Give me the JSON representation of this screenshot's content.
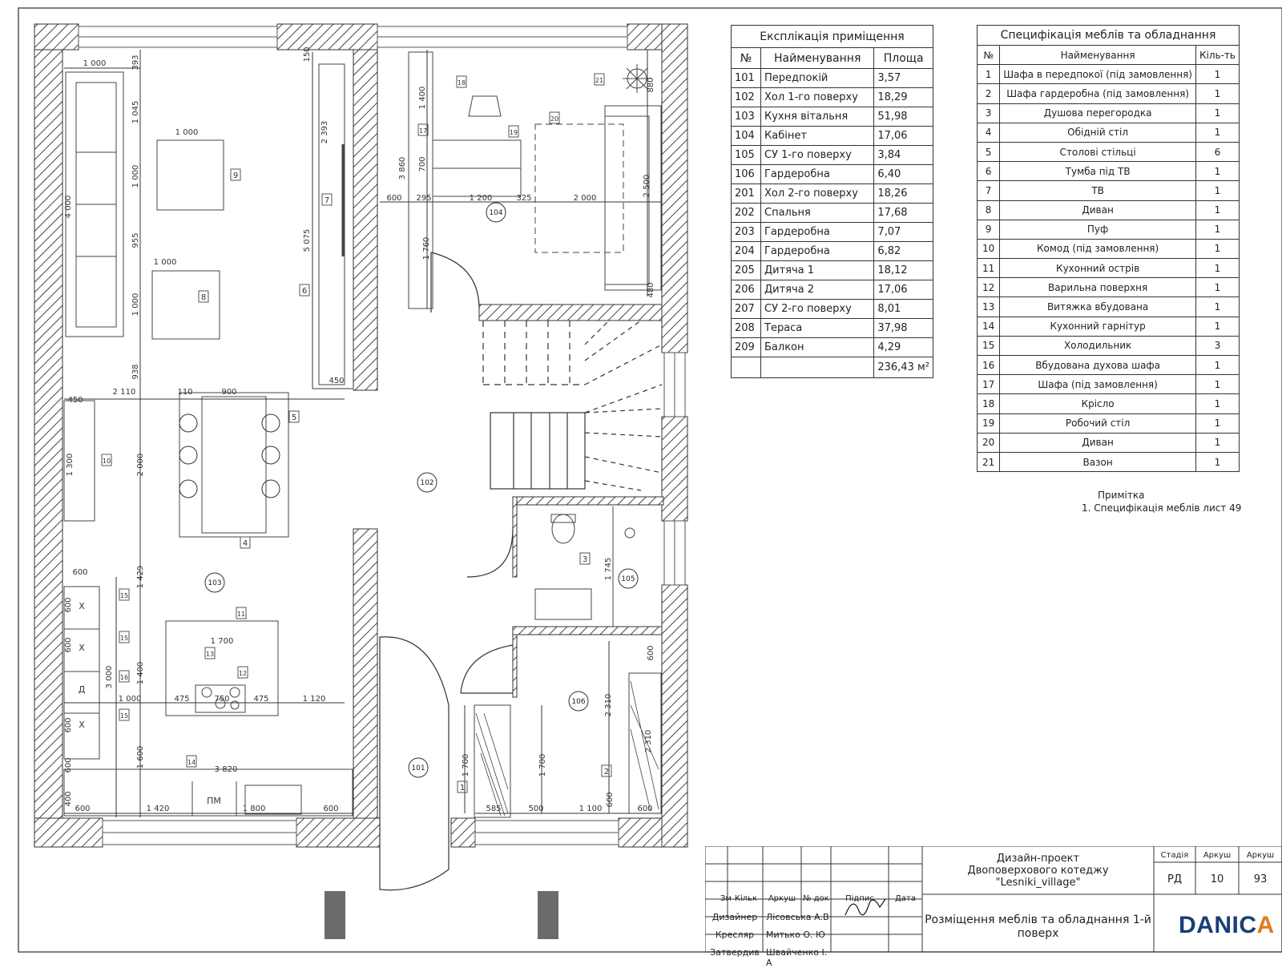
{
  "room_table": {
    "title": "Експлікація приміщення",
    "headers": [
      "№",
      "Найменування",
      "Площа"
    ],
    "rows": [
      [
        "101",
        "Передпокій",
        "3,57"
      ],
      [
        "102",
        "Хол 1-го поверху",
        "18,29"
      ],
      [
        "103",
        "Кухня вітальня",
        "51,98"
      ],
      [
        "104",
        "Кабінет",
        "17,06"
      ],
      [
        "105",
        "СУ 1-го поверху",
        "3,84"
      ],
      [
        "106",
        "Гардеробна",
        "6,40"
      ],
      [
        "201",
        "Хол 2-го поверху",
        "18,26"
      ],
      [
        "202",
        "Спальня",
        "17,68"
      ],
      [
        "203",
        "Гардеробна",
        "7,07"
      ],
      [
        "204",
        "Гардеробна",
        "6,82"
      ],
      [
        "205",
        "Дитяча 1",
        "18,12"
      ],
      [
        "206",
        "Дитяча 2",
        "17,06"
      ],
      [
        "207",
        "СУ 2-го поверху",
        "8,01"
      ],
      [
        "208",
        "Тераса",
        "37,98"
      ],
      [
        "209",
        "Балкон",
        "4,29"
      ]
    ],
    "total": "236,43 м²"
  },
  "furniture_table": {
    "title": "Специфікація меблів та обладнання",
    "headers": [
      "№",
      "Найменування",
      "Кіль-ть"
    ],
    "rows": [
      [
        "1",
        "Шафа в передпокої (під замовлення)",
        "1"
      ],
      [
        "2",
        "Шафа гардеробна (під замовлення)",
        "1"
      ],
      [
        "3",
        "Душова перегородка",
        "1"
      ],
      [
        "4",
        "Обідній стіл",
        "1"
      ],
      [
        "5",
        "Столові стільці",
        "6"
      ],
      [
        "6",
        "Тумба під ТВ",
        "1"
      ],
      [
        "7",
        "ТВ",
        "1"
      ],
      [
        "8",
        "Диван",
        "1"
      ],
      [
        "9",
        "Пуф",
        "1"
      ],
      [
        "10",
        "Комод (під замовлення)",
        "1"
      ],
      [
        "11",
        "Кухонний острів",
        "1"
      ],
      [
        "12",
        "Варильна поверхня",
        "1"
      ],
      [
        "13",
        "Витяжка вбудована",
        "1"
      ],
      [
        "14",
        "Кухонний гарнітур",
        "1"
      ],
      [
        "15",
        "Холодильник",
        "3"
      ],
      [
        "16",
        "Вбудована духова шафа",
        "1"
      ],
      [
        "17",
        "Шафа (під замовлення)",
        "1"
      ],
      [
        "18",
        "Крісло",
        "1"
      ],
      [
        "19",
        "Робочий стіл",
        "1"
      ],
      [
        "20",
        "Диван",
        "1"
      ],
      [
        "21",
        "Вазон",
        "1"
      ]
    ]
  },
  "note": {
    "title": "Примітка",
    "line": "1. Специфікація меблів лист 49"
  },
  "title_block": {
    "project_line1": "Дизайн-проект",
    "project_line2": "Двоповерхового котеджу",
    "project_line3": "\"Lesniki_village\"",
    "sheet_title_line1": "Розміщення меблів та обладнання 1-й",
    "sheet_title_line2": "поверх",
    "stage_label": "Стадія",
    "sheet_label": "Аркуш",
    "sheets_label": "Аркуш",
    "stage": "РД",
    "sheet": "10",
    "sheets": "93",
    "col_labels": [
      "Зм",
      "Кільк",
      "Аркуш",
      "№ док",
      "Підпис",
      "Дата"
    ],
    "roles": [
      {
        "role": "Дизайнер",
        "name": "Лісовська А.В"
      },
      {
        "role": "Кресляр",
        "name": "Митько О. Ю"
      },
      {
        "role": "Затвердив",
        "name": "Швайченко І. А"
      }
    ],
    "logo_text": "DANIC",
    "logo_accent": "A"
  },
  "plan": {
    "room_tags": [
      "101",
      "102",
      "103",
      "104",
      "105",
      "106"
    ],
    "furniture_tags": [
      "1",
      "2",
      "3",
      "4",
      "5",
      "6",
      "7",
      "8",
      "9",
      "10",
      "11",
      "12",
      "13",
      "14",
      "15",
      "15",
      "16",
      "15",
      "17",
      "19",
      "18",
      "20",
      "21"
    ],
    "appliance_marks": [
      "Х",
      "Х",
      "Д",
      "Х",
      "ПМ"
    ],
    "dimensions": [
      "1 000",
      "393",
      "1 045",
      "1 000",
      "1 000",
      "4 000",
      "955",
      "1 000",
      "1 000",
      "938",
      "2 110",
      "450",
      "110",
      "900",
      "1 300",
      "2 000",
      "600",
      "1 429",
      "600",
      "600",
      "600",
      "3 000",
      "1 000",
      "1 400",
      "475",
      "1 700",
      "750",
      "475",
      "1 120",
      "1 600",
      "3 820",
      "600",
      "400",
      "600",
      "1 420",
      "1 800",
      "600",
      "150",
      "2 393",
      "5 075",
      "450",
      "1 400",
      "3 860",
      "700",
      "1 760",
      "600",
      "295",
      "1 200",
      "325",
      "2 000",
      "2 500",
      "880",
      "480",
      "1 745",
      "2 310",
      "600",
      "2 310",
      "1 700",
      "1 700",
      "585",
      "500",
      "1 100",
      "600",
      "600"
    ],
    "colors": {
      "wall_hatch": "#444444",
      "line": "#333333",
      "column": "#6b6b6b"
    }
  }
}
